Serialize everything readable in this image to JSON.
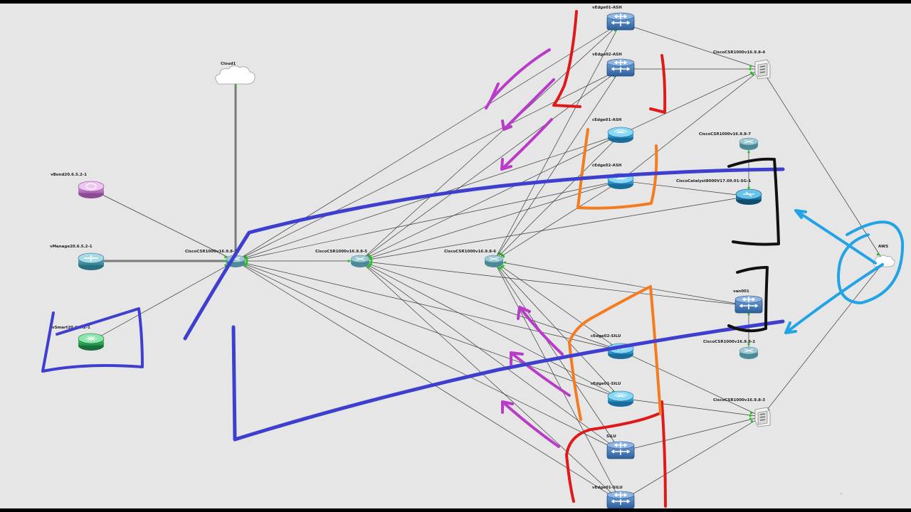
{
  "topology": {
    "nodes": [
      {
        "id": "vedge01-ash",
        "label": "vEdge01-ASH",
        "kind": "router",
        "icon": "router-icon"
      },
      {
        "id": "vedge02-ash",
        "label": "vEdge02-ASH",
        "kind": "router",
        "icon": "router-icon"
      },
      {
        "id": "csr-4",
        "label": "CiscoCSR1000v16.9.8-4",
        "kind": "server",
        "icon": "server-icon"
      },
      {
        "id": "cedge01-ash",
        "label": "cEdge01-ASH",
        "kind": "wireless",
        "icon": "wireless-router-icon"
      },
      {
        "id": "cedge02-ash",
        "label": "cEdge02-ASH",
        "kind": "wireless",
        "icon": "wireless-router-icon"
      },
      {
        "id": "csr-7",
        "label": "CiscoCSR1000v16.9.8-7",
        "kind": "switch-small",
        "icon": "switch-icon"
      },
      {
        "id": "cat8000",
        "label": "CiscoCatalyst8000V17.09.01-SG-1",
        "kind": "catalyst",
        "icon": "catalyst-router-icon"
      },
      {
        "id": "cloud1",
        "label": "Cloud1",
        "kind": "cloud",
        "icon": "cloud-icon"
      },
      {
        "id": "vbond",
        "label": "vBond20.6.5.2-1",
        "kind": "vbond",
        "icon": "vbond-icon"
      },
      {
        "id": "vmanage",
        "label": "vManage20.6.5.2-1",
        "kind": "vmanage",
        "icon": "vmanage-icon"
      },
      {
        "id": "csr-1",
        "label": "CiscoCSR1000v16.9.8-1",
        "kind": "switch-small",
        "icon": "switch-icon"
      },
      {
        "id": "csr-5",
        "label": "CiscoCSR1000v16.9.8-5",
        "kind": "switch-small",
        "icon": "switch-icon"
      },
      {
        "id": "csr-6",
        "label": "CiscoCSR1000v16.9.8-6",
        "kind": "switch-small",
        "icon": "switch-icon"
      },
      {
        "id": "aws",
        "label": "AWS",
        "kind": "cloud-small",
        "icon": "cloud-icon"
      },
      {
        "id": "van001",
        "label": "van001",
        "kind": "router",
        "icon": "router-icon"
      },
      {
        "id": "vsmart",
        "label": "vSmart20.6.5.2-1",
        "kind": "vsmart",
        "icon": "vsmart-icon"
      },
      {
        "id": "csr-2",
        "label": "CiscoCSR1000v16.9.8-2",
        "kind": "switch-small",
        "icon": "switch-icon"
      },
      {
        "id": "cedge02-silu",
        "label": "cEdge02-SILU",
        "kind": "wireless",
        "icon": "wireless-router-icon"
      },
      {
        "id": "cedge01-silu",
        "label": "cEdge01-SILU",
        "kind": "wireless",
        "icon": "wireless-router-icon"
      },
      {
        "id": "csr-3",
        "label": "CiscoCSR1000v16.9.8-3",
        "kind": "server",
        "icon": "server-icon"
      },
      {
        "id": "vedge02-silu",
        "label": "SILU",
        "kind": "router",
        "icon": "router-icon"
      },
      {
        "id": "vedge01-silu",
        "label": "vEdge01-SILU",
        "kind": "router",
        "icon": "router-icon"
      }
    ],
    "links": [
      [
        "cloud1",
        "csr-1",
        "thick"
      ],
      [
        "vmanage",
        "csr-1",
        "thick"
      ],
      [
        "vbond",
        "csr-1"
      ],
      [
        "vsmart",
        "csr-1"
      ],
      [
        "csr-1",
        "csr-5"
      ],
      [
        "csr-1",
        "vedge01-ash"
      ],
      [
        "csr-1",
        "vedge02-ash"
      ],
      [
        "csr-1",
        "cedge01-ash"
      ],
      [
        "csr-1",
        "cedge02-ash"
      ],
      [
        "csr-1",
        "cedge02-silu"
      ],
      [
        "csr-1",
        "cedge01-silu"
      ],
      [
        "csr-1",
        "vedge02-silu"
      ],
      [
        "csr-1",
        "vedge01-silu"
      ],
      [
        "csr-5",
        "vedge01-ash"
      ],
      [
        "csr-5",
        "vedge02-ash"
      ],
      [
        "csr-5",
        "cedge01-ash"
      ],
      [
        "csr-5",
        "cedge02-ash"
      ],
      [
        "csr-5",
        "cat8000"
      ],
      [
        "csr-5",
        "cedge02-silu"
      ],
      [
        "csr-5",
        "cedge01-silu"
      ],
      [
        "csr-5",
        "vedge02-silu"
      ],
      [
        "csr-5",
        "vedge01-silu"
      ],
      [
        "csr-5",
        "van001"
      ],
      [
        "csr-6",
        "vedge01-ash"
      ],
      [
        "csr-6",
        "vedge02-ash"
      ],
      [
        "csr-6",
        "cedge01-ash"
      ],
      [
        "csr-6",
        "cedge02-ash"
      ],
      [
        "csr-6",
        "cedge02-silu"
      ],
      [
        "csr-6",
        "cedge01-silu"
      ],
      [
        "csr-6",
        "vedge02-silu"
      ],
      [
        "csr-6",
        "vedge01-silu"
      ],
      [
        "csr-6",
        "van001"
      ],
      [
        "vedge01-ash",
        "csr-4"
      ],
      [
        "vedge02-ash",
        "csr-4"
      ],
      [
        "cedge01-ash",
        "csr-4"
      ],
      [
        "cedge02-ash",
        "csr-4"
      ],
      [
        "cedge02-ash",
        "cat8000"
      ],
      [
        "csr-7",
        "cat8000"
      ],
      [
        "van001",
        "csr-2"
      ],
      [
        "cedge02-silu",
        "csr-3"
      ],
      [
        "cedge01-silu",
        "csr-3"
      ],
      [
        "vedge02-silu",
        "csr-3"
      ],
      [
        "vedge01-silu",
        "csr-3"
      ],
      [
        "csr-4",
        "aws"
      ],
      [
        "csr-3",
        "aws"
      ]
    ]
  },
  "overlay": {
    "marker": "◦"
  },
  "colors": {
    "canvas": "#e6e6e6",
    "purple": "#b83cc8",
    "red": "#e01a1a",
    "orange": "#f47c20",
    "blue": "#3e3fcf",
    "cyan": "#22a3e6",
    "black": "#101010"
  }
}
